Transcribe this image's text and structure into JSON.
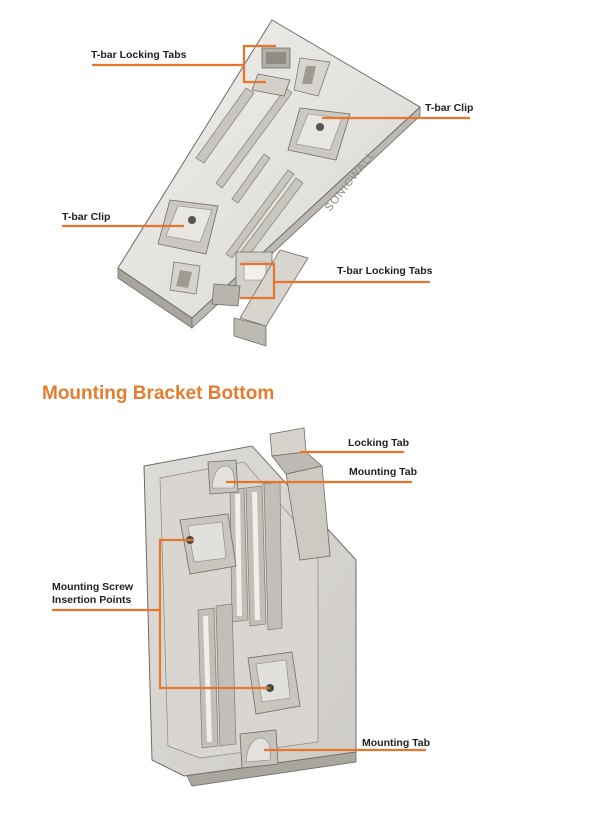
{
  "colors": {
    "accent": "#e57c2e",
    "leader": "#e8752a",
    "part_fill": "#e4e2de",
    "part_shade": "#b9b6b0",
    "part_edge": "#6f6c68"
  },
  "top_view": {
    "labels": {
      "tbar_locking_tabs_top": "T-bar Locking Tabs",
      "tbar_clip_right": "T-bar Clip",
      "tbar_clip_left": "T-bar Clip",
      "tbar_locking_tabs_bottom": "T-bar Locking Tabs"
    },
    "brand_text": "SONICWALL"
  },
  "section_heading": "Mounting Bracket Bottom",
  "bottom_view": {
    "labels": {
      "locking_tab": "Locking Tab",
      "mounting_tab_top": "Mounting Tab",
      "mounting_screw_line1": "Mounting Screw",
      "mounting_screw_line2": "Insertion Points",
      "mounting_tab_bottom": "Mounting Tab"
    }
  }
}
